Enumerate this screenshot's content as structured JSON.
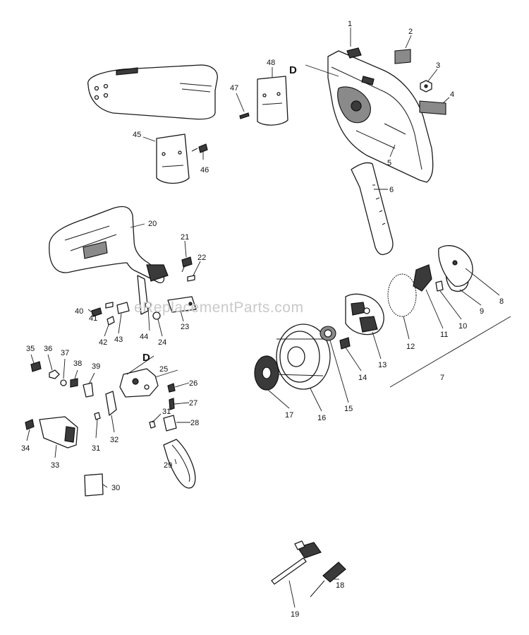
{
  "watermark": "eReplacementParts.com",
  "reference_marks": [
    "D",
    "D"
  ],
  "callouts": [
    "1",
    "2",
    "3",
    "4",
    "5",
    "6",
    "7",
    "8",
    "9",
    "10",
    "11",
    "12",
    "13",
    "14",
    "15",
    "16",
    "17",
    "18",
    "19",
    "20",
    "21",
    "22",
    "23",
    "24",
    "25",
    "26",
    "27",
    "28",
    "29",
    "30",
    "31",
    "31",
    "32",
    "33",
    "34",
    "35",
    "36",
    "37",
    "38",
    "39",
    "40",
    "41",
    "42",
    "43",
    "44",
    "45",
    "46",
    "47",
    "48"
  ]
}
